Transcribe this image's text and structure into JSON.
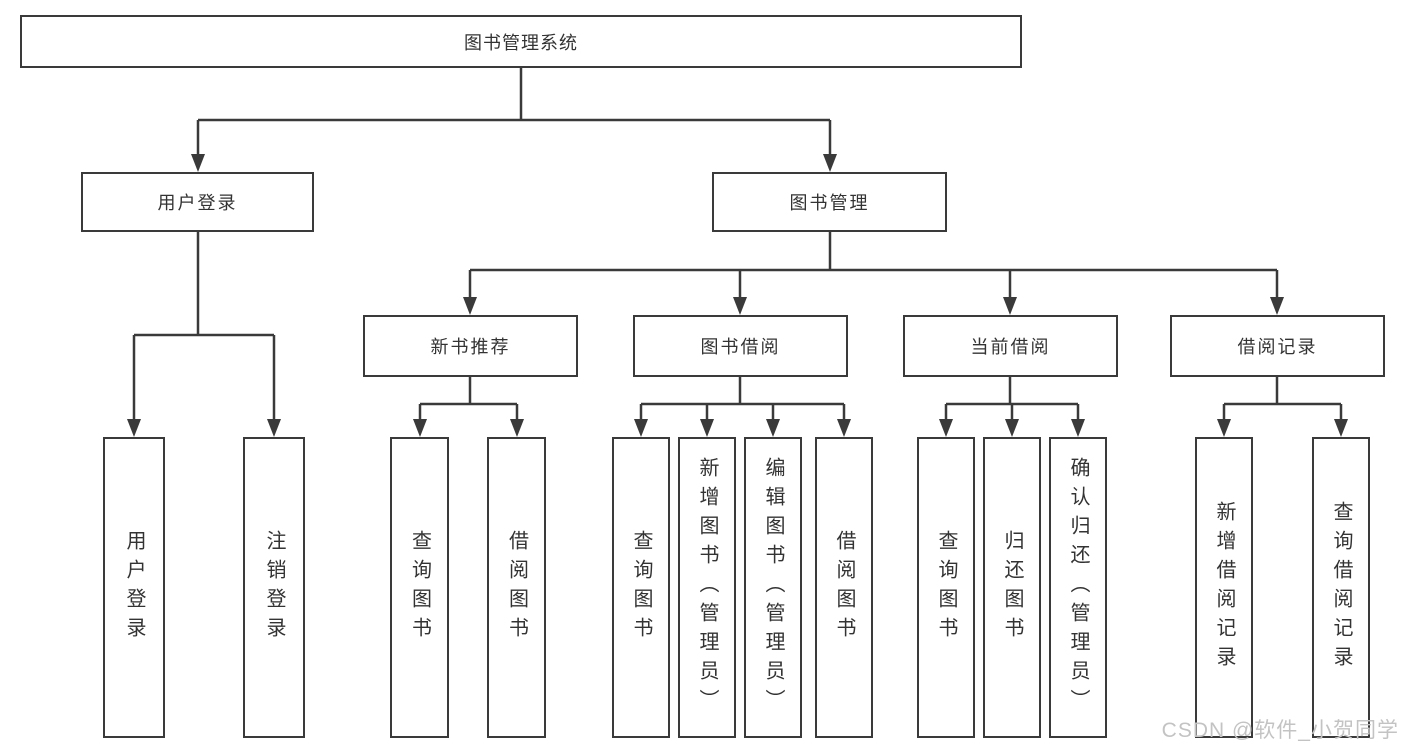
{
  "diagram": {
    "title": "图书管理系统",
    "type": "tree",
    "colors": {
      "line": "#3a3a3a",
      "text": "#333333",
      "background": "#ffffff",
      "watermark": "#c3c3c3"
    },
    "watermark": "CSDN @软件_小贺同学",
    "tree": {
      "label": "图书管理系统",
      "children": [
        {
          "label": "用户登录",
          "children": [
            {
              "label": "用户登录"
            },
            {
              "label": "注销登录"
            }
          ]
        },
        {
          "label": "图书管理",
          "children": [
            {
              "label": "新书推荐",
              "children": [
                {
                  "label": "查询图书"
                },
                {
                  "label": "借阅图书"
                }
              ]
            },
            {
              "label": "图书借阅",
              "children": [
                {
                  "label": "查询图书"
                },
                {
                  "label": "新增图书（管理员）"
                },
                {
                  "label": "编辑图书（管理员）"
                },
                {
                  "label": "借阅图书"
                }
              ]
            },
            {
              "label": "当前借阅",
              "children": [
                {
                  "label": "查询图书"
                },
                {
                  "label": "归还图书"
                },
                {
                  "label": "确认归还（管理员）"
                }
              ]
            },
            {
              "label": "借阅记录",
              "children": [
                {
                  "label": "新增借阅记录"
                },
                {
                  "label": "查询借阅记录"
                }
              ]
            }
          ]
        }
      ]
    }
  }
}
